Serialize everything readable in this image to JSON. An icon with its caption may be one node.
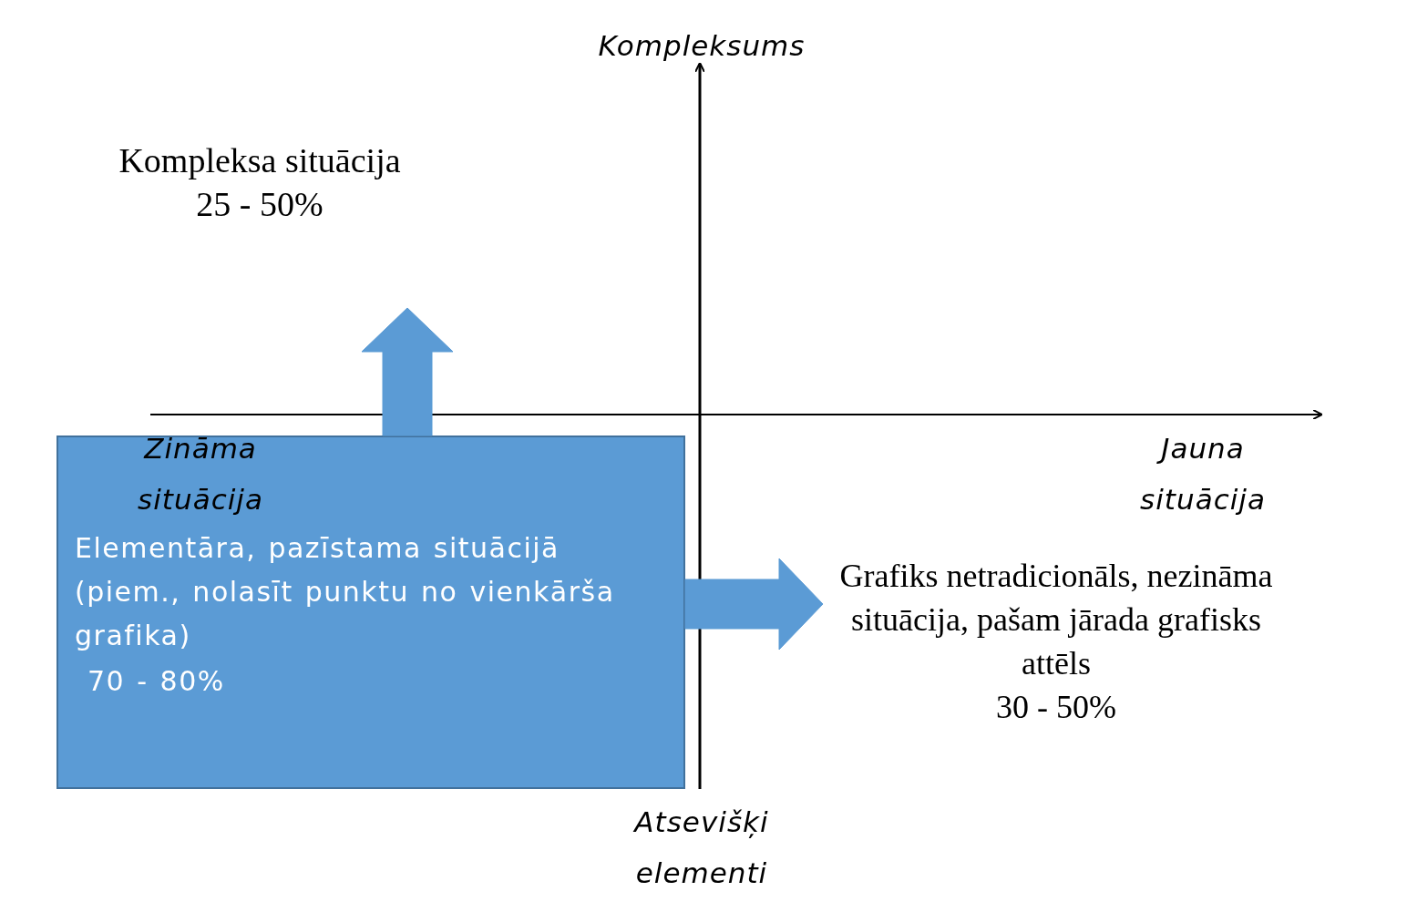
{
  "diagram": {
    "nodes": [
      {
        "text": [
          "Kompleksa situācija",
          "25 - 50%"
        ]
      },
      {
        "text": [
          "Elementāra, pazīstama situācijā (piem., nolasīt punktu no vienkārša grafika)",
          "70 - 80%"
        ]
      },
      {
        "text": [
          "Grafiks netradicionāls, nezināma situācija, pašam jārada grafisks attēls",
          "30 - 50%"
        ]
      }
    ],
    "edges": [
      {
        "from": 1,
        "to": 0,
        "arrow": "to"
      },
      {
        "from": 1,
        "to": 2,
        "arrow": "to"
      }
    ],
    "labels": [
      "Kompleksums",
      "Zināma situācija",
      "Jauna situācija",
      "Atsevišķi elementi"
    ]
  }
}
